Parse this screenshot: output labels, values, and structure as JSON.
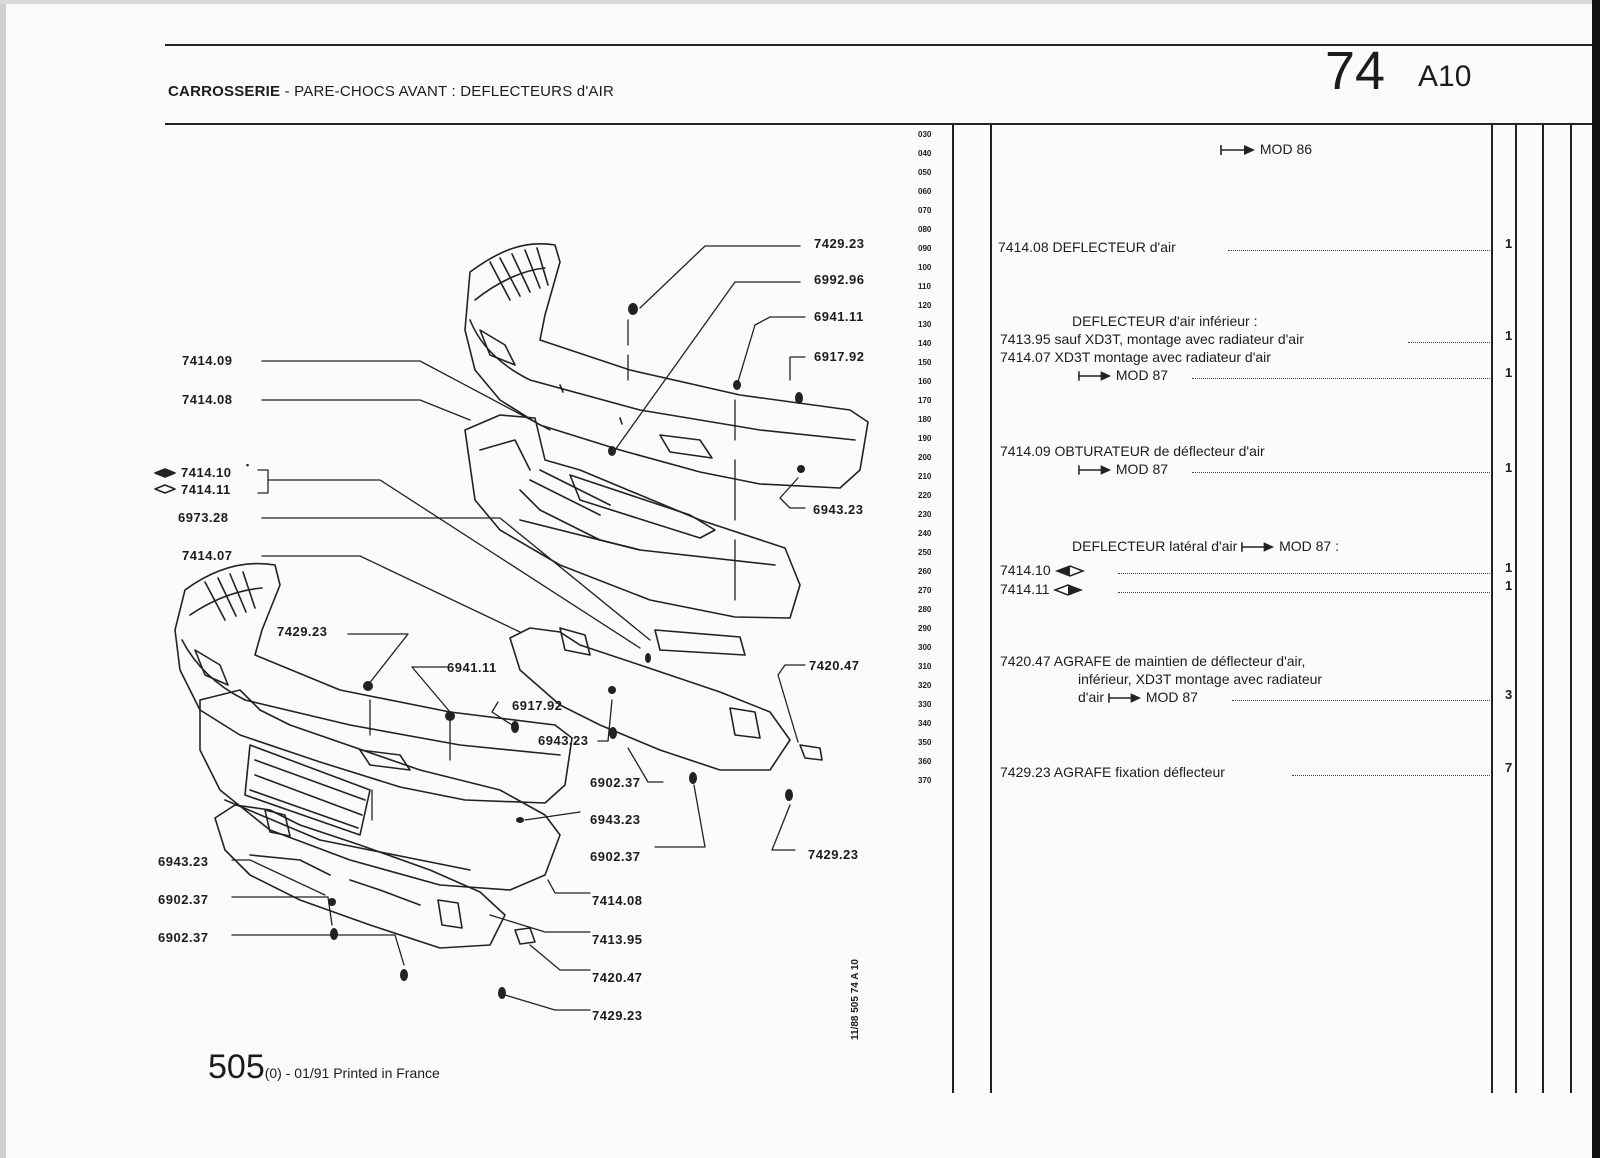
{
  "header": {
    "title_bold": "CARROSSERIE",
    "title_rest": " - PARE-CHOCS AVANT : DEFLECTEURS d'AIR",
    "page_number": "74",
    "page_sub": "A10"
  },
  "scale_marks": [
    "030",
    "040",
    "050",
    "060",
    "070",
    "080",
    "090",
    "100",
    "110",
    "120",
    "130",
    "140",
    "150",
    "160",
    "170",
    "180",
    "190",
    "200",
    "210",
    "220",
    "230",
    "240",
    "250",
    "260",
    "270",
    "280",
    "290",
    "300",
    "310",
    "320",
    "330",
    "340",
    "350",
    "360",
    "370"
  ],
  "diagram_callouts": {
    "c1": "7429.23",
    "c2": "6992.96",
    "c3": "6941.11",
    "c4": "6917.92",
    "c5": "7414.09",
    "c6": "7414.08",
    "c7": "7414.10",
    "c8": "7414.11",
    "c9": "6973.28",
    "c10": "6943.23",
    "c11": "7414.07",
    "c12": "7429.23",
    "c13": "6941.11",
    "c14": "6917.92",
    "c15": "6943.23",
    "c16": "7420.47",
    "c17": "6902.37",
    "c18": "6943.23",
    "c19": "6902.37",
    "c20": "7429.23",
    "c21": "6943.23",
    "c22": "6902.37",
    "c23": "6902.37",
    "c24": "7414.08",
    "c25": "7413.95",
    "c26": "7420.47",
    "c27": "7429.23"
  },
  "parts": {
    "mod86": "MOD 86",
    "p1": {
      "ref": "7414.08",
      "desc": "DEFLECTEUR d'air",
      "qty": "1"
    },
    "group_lower": "DEFLECTEUR d'air inférieur :",
    "p2": {
      "ref": "7413.95",
      "desc": "sauf XD3T, montage avec radiateur d'air",
      "qty": "1"
    },
    "p3": {
      "ref": "7414.07",
      "desc": "XD3T montage avec radiateur d'air",
      "mod": "MOD 87",
      "qty": "1"
    },
    "p4": {
      "ref": "7414.09",
      "desc": "OBTURATEUR de déflecteur d'air",
      "mod": "MOD 87",
      "qty": "1"
    },
    "group_lateral_a": "DEFLECTEUR latéral d'air",
    "group_lateral_b": "MOD 87 :",
    "p5": {
      "ref": "7414.10",
      "qty": "1"
    },
    "p6": {
      "ref": "7414.11",
      "qty": "1"
    },
    "p7": {
      "ref": "7420.47",
      "desc1": "AGRAFE de maintien de déflecteur d'air,",
      "desc2": "inférieur, XD3T montage avec radiateur",
      "desc3": "d'air",
      "mod": "MOD 87",
      "qty": "3"
    },
    "p8": {
      "ref": "7429.23",
      "desc": "AGRAFE fixation déflecteur",
      "qty": "7"
    }
  },
  "footer": {
    "model": "505",
    "suffix": "(0) - 01/91 Printed in France",
    "vertical_ref": "11/88 505 74 A 10"
  }
}
